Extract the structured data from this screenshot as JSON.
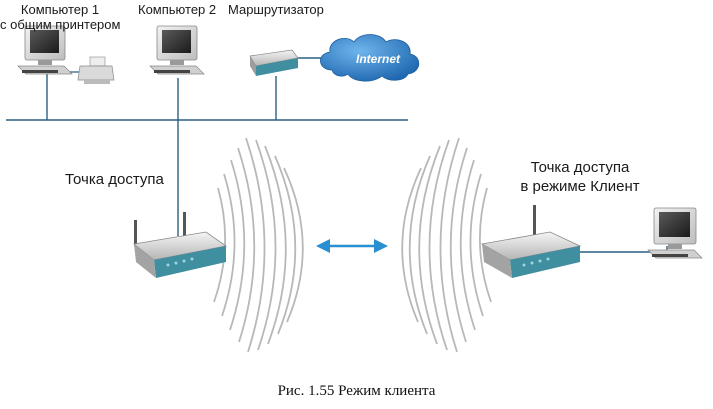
{
  "labels": {
    "computer1_line1": "Компьютер 1",
    "computer1_line2": "с общим принтером",
    "computer2": "Компьютер 2",
    "router": "Маршрутизатор",
    "internet": "Internet",
    "access_point": "Точка доступа",
    "client_ap_line1": "Точка доступа",
    "client_ap_line2": "в режиме Клиент"
  },
  "caption": "Рис. 1.55 Режим клиента",
  "colors": {
    "cloud": "#2f7fc7",
    "arrow": "#2a8fd0",
    "waves": "#b8b8b8",
    "device_body": "#e6e6e6",
    "device_front": "#3f8fa0",
    "lines": "#2a5f84"
  }
}
